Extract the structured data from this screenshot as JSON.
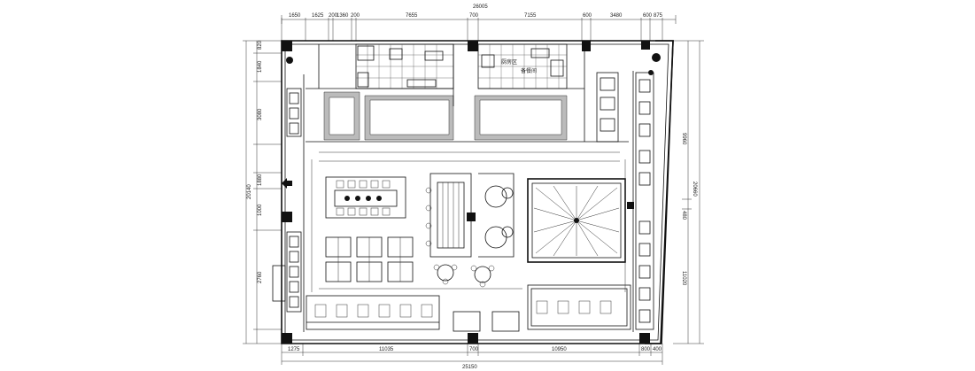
{
  "drawing": {
    "top_total": "26005",
    "top_segments": [
      "1650",
      "1625",
      "200",
      "1360",
      "200",
      "7655",
      "700",
      "7155",
      "600",
      "3480",
      "600",
      "875"
    ],
    "bottom_total": "25150",
    "bottom_segments": [
      "1275",
      "11035",
      "700",
      "10950",
      "800",
      "400"
    ],
    "left_segments": [
      "820",
      "1840",
      "3080",
      "1880",
      "1000",
      "2760"
    ],
    "left_total": "20140",
    "right_segments": [
      "9960",
      "480",
      "11020"
    ],
    "right_total": "20660"
  },
  "kitchen_labels": [
    "厨房区",
    "备餐间"
  ]
}
